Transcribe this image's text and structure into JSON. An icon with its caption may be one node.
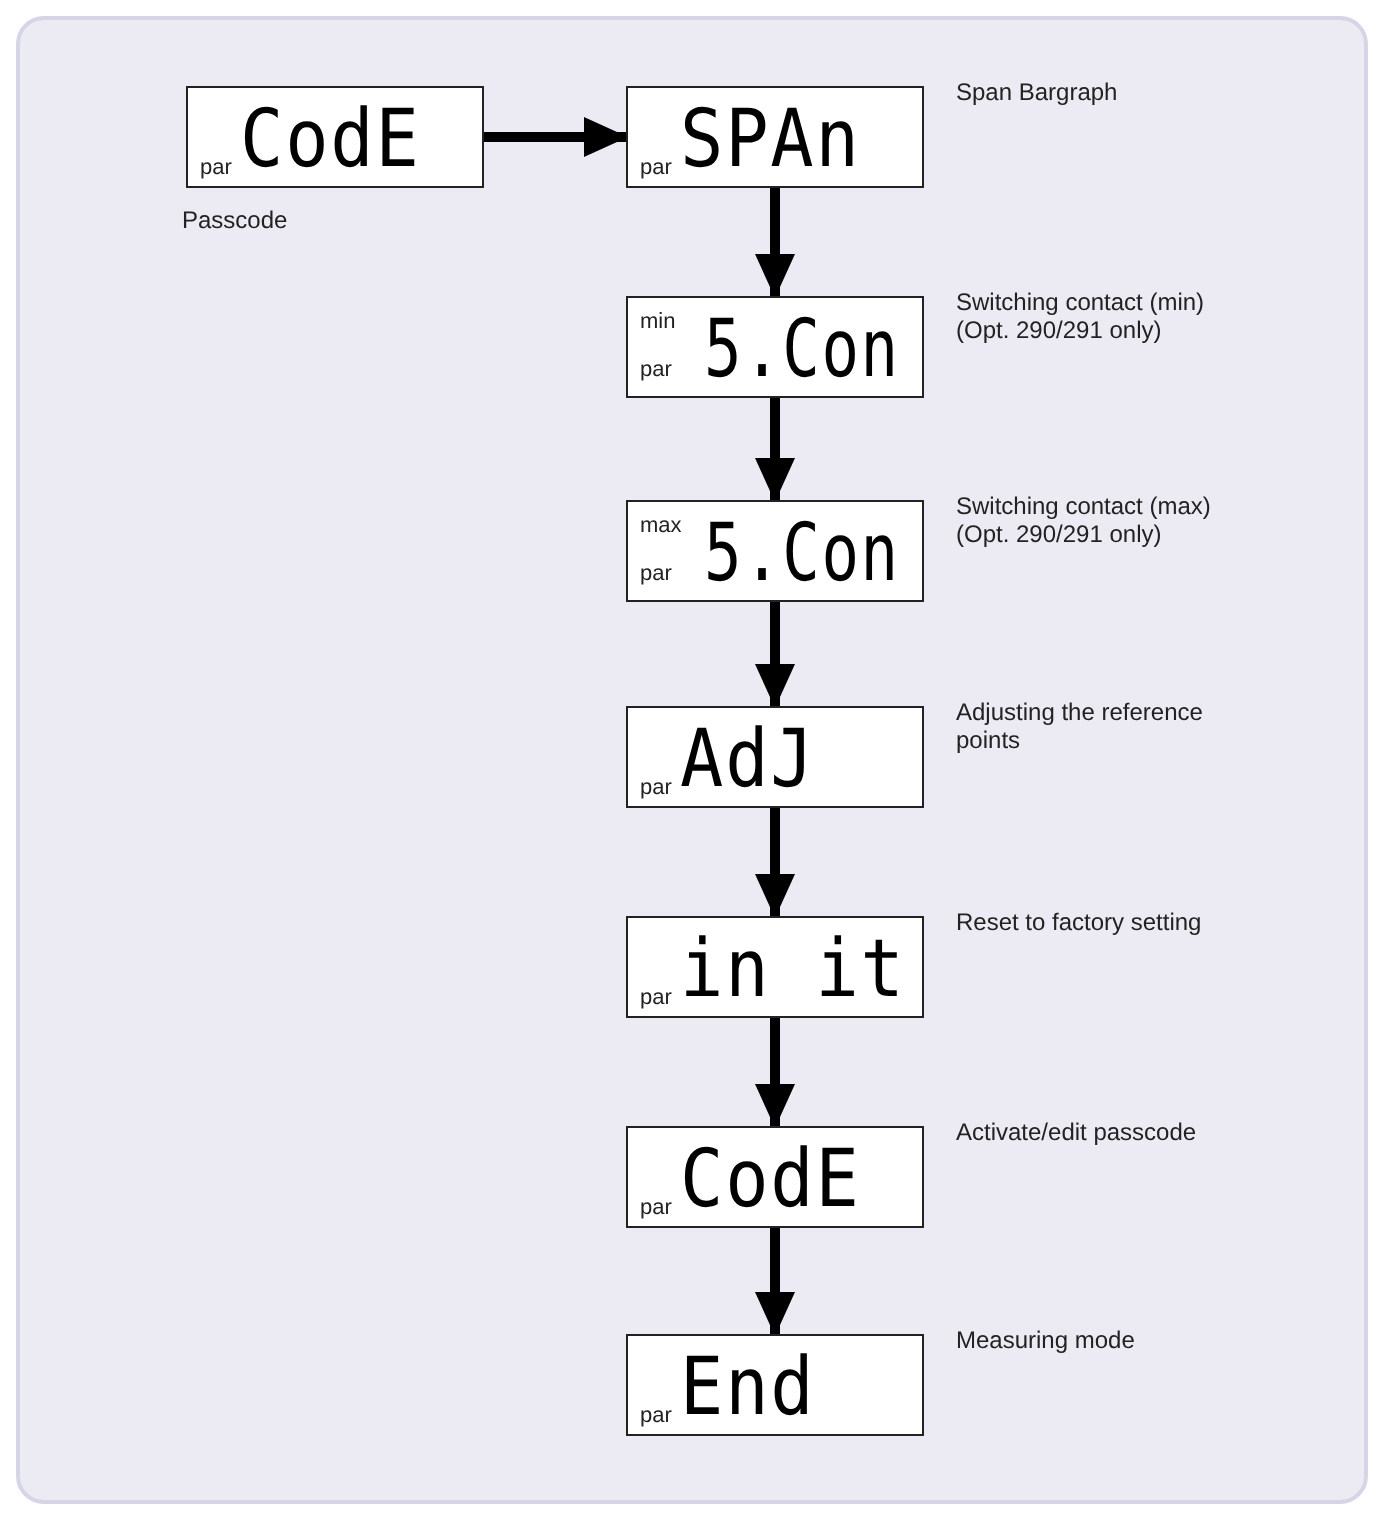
{
  "diagram": {
    "nodes": [
      {
        "text": [
          "par",
          "CodE"
        ],
        "beside": [
          "Passcode"
        ]
      },
      {
        "text": [
          "par",
          "SPAn"
        ],
        "beside": [
          "Span Bargraph"
        ]
      },
      {
        "text": [
          "min",
          "par",
          "5.Con"
        ],
        "beside": [
          "Switching contact (min) (Opt. 290/291 only)"
        ]
      },
      {
        "text": [
          "max",
          "par",
          "5.Con"
        ],
        "beside": [
          "Switching contact (max) (Opt. 290/291 only)"
        ]
      },
      {
        "text": [
          "par",
          "AdJ"
        ],
        "beside": [
          "Adjusting the reference points"
        ]
      },
      {
        "text": [
          "par",
          "in it"
        ],
        "beside": [
          "Reset to factory setting"
        ]
      },
      {
        "text": [
          "par",
          "CodE"
        ],
        "beside": [
          "Activate/edit passcode"
        ]
      },
      {
        "text": [
          "par",
          "End"
        ],
        "beside": [
          "Measuring mode"
        ]
      }
    ],
    "edges": [
      {
        "from": 0,
        "to": 1,
        "arrow": "to"
      },
      {
        "from": 1,
        "to": 2,
        "arrow": "to"
      },
      {
        "from": 2,
        "to": 3,
        "arrow": "to"
      },
      {
        "from": 3,
        "to": 4,
        "arrow": "to"
      },
      {
        "from": 4,
        "to": 5,
        "arrow": "to"
      },
      {
        "from": 5,
        "to": 6,
        "arrow": "to"
      },
      {
        "from": 6,
        "to": 7,
        "arrow": "to"
      }
    ]
  }
}
